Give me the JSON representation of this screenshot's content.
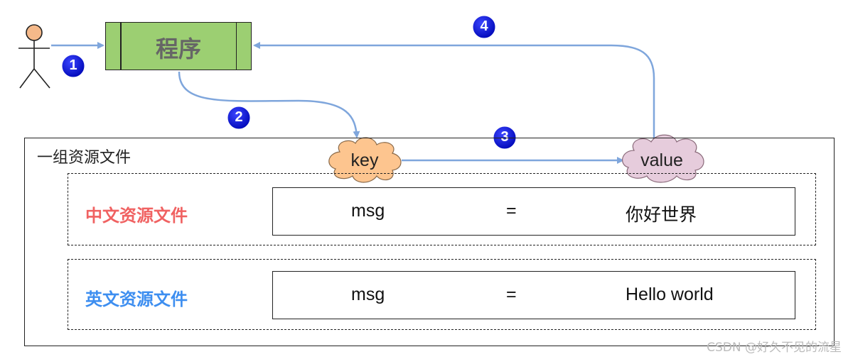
{
  "program": {
    "label": "程序"
  },
  "group": {
    "title": "一组资源文件"
  },
  "flow": {
    "key": "key",
    "value": "value",
    "steps": [
      "1",
      "2",
      "3",
      "4"
    ]
  },
  "resources": [
    {
      "label": "中文资源文件",
      "key": "msg",
      "eq": "=",
      "value": "你好世界",
      "color": "#f06262"
    },
    {
      "label": "英文资源文件",
      "key": "msg",
      "eq": "=",
      "value": "Hello world",
      "color": "#3d8ef0"
    }
  ],
  "watermark": "CSDN @好久不见的流星",
  "colors": {
    "program_fill": "#9ccf72",
    "arrow": "#7fa6dc",
    "key_cloud": "#fdc58f",
    "value_cloud": "#e6ccdc",
    "badge": "#0a14d8",
    "actor_head": "#f5b98a"
  }
}
